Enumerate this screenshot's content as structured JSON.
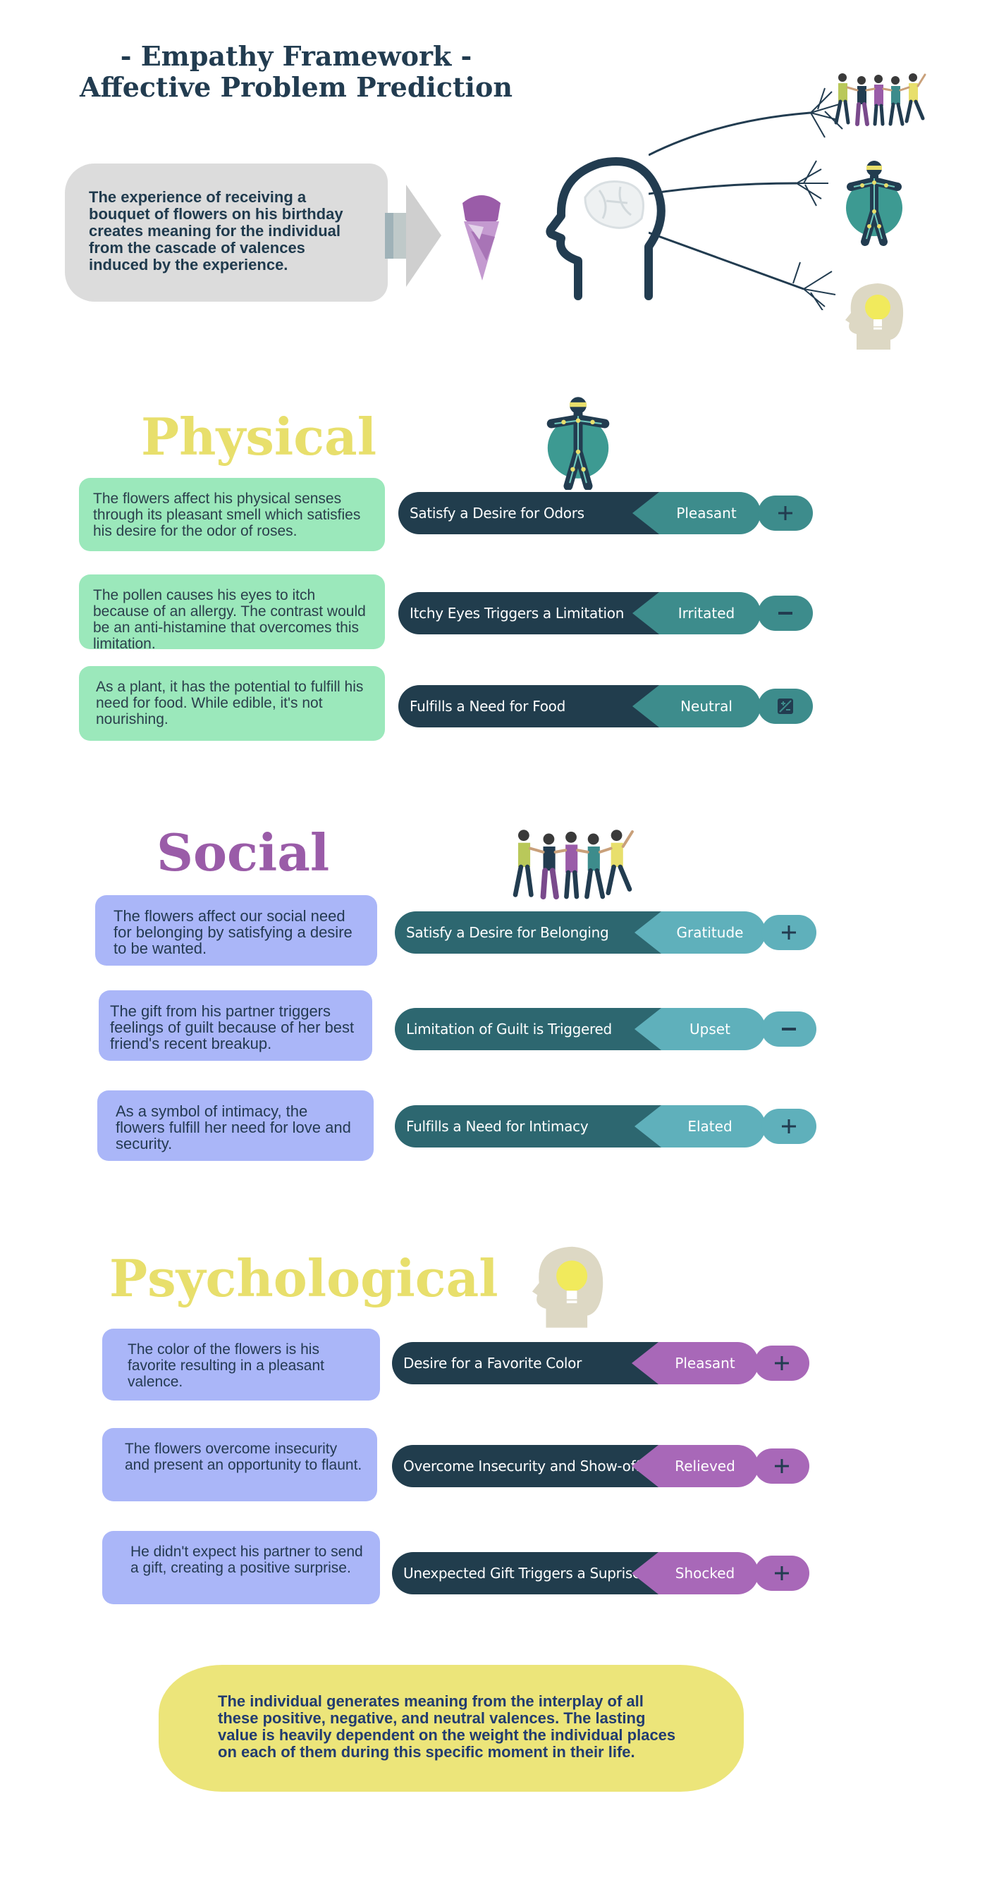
{
  "title": {
    "line1": "- Empathy Framework -",
    "line2": "Affective Problem Prediction"
  },
  "intro": "The experience of receiving a bouquet of flowers on his birthday creates meaning for the individual from the cascade of valences induced by the experience.",
  "icons": {
    "arrow": "arrow-right-icon",
    "flower": "flower-bouquet-icon",
    "head": "human-head-brain-icon",
    "branches": "neuron-branches-icon",
    "social": "group-people-icon",
    "physical": "human-body-joints-icon",
    "psychological": "head-lightbulb-icon"
  },
  "colors": {
    "physical_heading": "#e8df6c",
    "social_heading": "#9a5ca8",
    "psychological_heading": "#e8df6c",
    "green_box": "#9be8bb",
    "blue_box": "#aab6f8",
    "dark_pill": "#213d4d",
    "teal_pill": "#2d6770",
    "purple_value": "#a868b8",
    "conclusion_bg": "#ece57a"
  },
  "sections": {
    "physical": {
      "heading": "Physical",
      "items": [
        {
          "desc": "The flowers affect his physical senses through its pleasant smell which satisfies his desire for the odor of roses.",
          "label": "Satisfy a Desire for Odors",
          "valence": "Pleasant",
          "sign": "plus"
        },
        {
          "desc": "The pollen causes his eyes to itch because of an allergy. The contrast would be an anti-histamine that overcomes this limitation.",
          "label": "Itchy Eyes Triggers a Limitation",
          "valence": "Irritated",
          "sign": "minus"
        },
        {
          "desc": "As a plant, it has the potential to fulfill his need for food. While edible, it's not nourishing.",
          "label": "Fulfills a Need for Food",
          "valence": "Neutral",
          "sign": "neutral"
        }
      ]
    },
    "social": {
      "heading": "Social",
      "items": [
        {
          "desc": "The flowers affect our social need for belonging by satisfying a desire to be wanted.",
          "label": "Satisfy a Desire for Belonging",
          "valence": "Gratitude",
          "sign": "plus"
        },
        {
          "desc": "The gift from his partner triggers feelings of guilt because of her best friend's recent breakup.",
          "label": "Limitation of Guilt is Triggered",
          "valence": "Upset",
          "sign": "minus"
        },
        {
          "desc": "As a symbol of intimacy, the flowers fulfill her need for love and security.",
          "label": "Fulfills a Need for Intimacy",
          "valence": "Elated",
          "sign": "plus"
        }
      ]
    },
    "psychological": {
      "heading": "Psychological",
      "items": [
        {
          "desc": "The color of the flowers is his favorite resulting in a pleasant valence.",
          "label": "Desire for a Favorite Color",
          "valence": "Pleasant",
          "sign": "plus"
        },
        {
          "desc": "The flowers overcome insecurity and present an opportunity to flaunt.",
          "label": "Overcome Insecurity and Show-off",
          "valence": "Relieved",
          "sign": "plus"
        },
        {
          "desc": "He didn't expect his partner to send a gift, creating a positive surprise.",
          "label": "Unexpected Gift Triggers a Suprise",
          "valence": "Shocked",
          "sign": "plus"
        }
      ]
    }
  },
  "conclusion": "The individual generates meaning from the interplay of all these positive, negative, and neutral valences. The lasting value is heavily dependent on the weight the individual places on each of them during this specific moment in their life."
}
